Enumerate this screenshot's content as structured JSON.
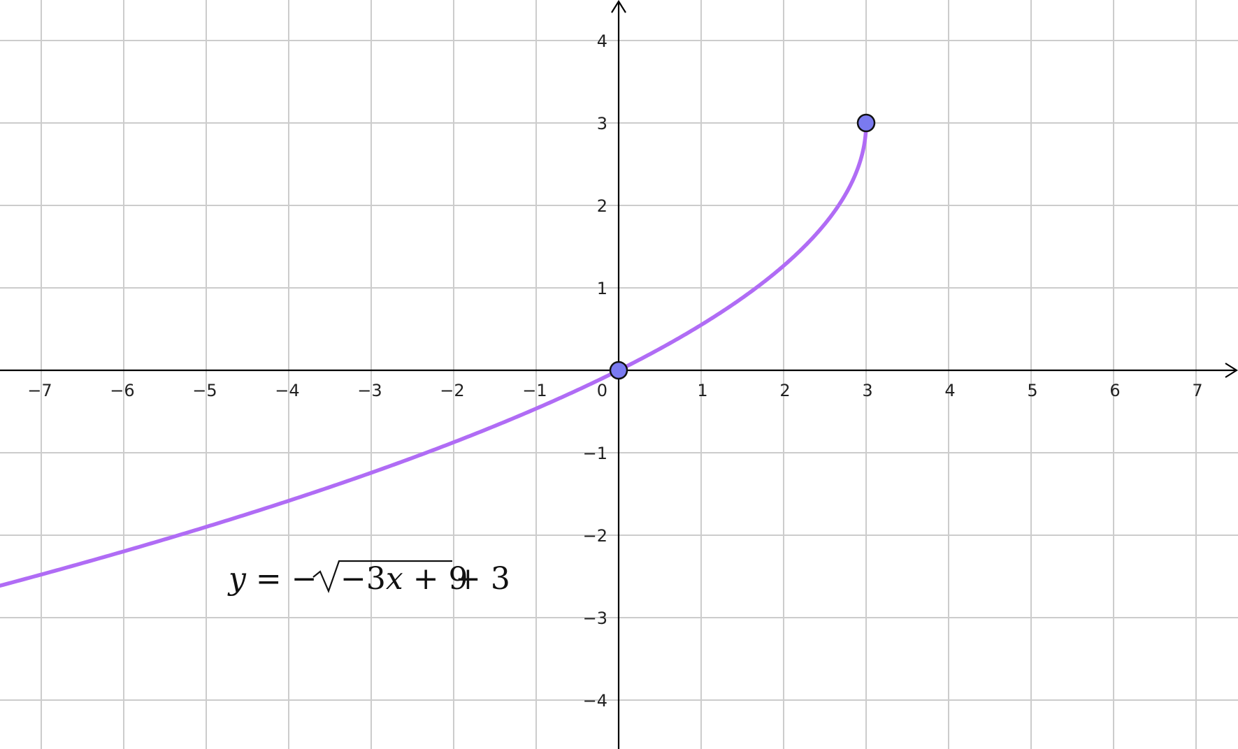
{
  "chart_data": {
    "type": "line",
    "title": "",
    "xlabel": "",
    "ylabel": "",
    "xlim": [
      -7.5,
      7.5
    ],
    "ylim": [
      -4.5,
      4.5
    ],
    "grid": true,
    "x_ticks": [
      -7,
      -6,
      -5,
      -4,
      -3,
      -2,
      -1,
      1,
      2,
      3,
      4,
      5,
      6,
      7
    ],
    "y_ticks": [
      -4,
      -3,
      -2,
      -1,
      1,
      2,
      3,
      4
    ],
    "origin_label": "0",
    "series": [
      {
        "name": "",
        "equation": "y = -sqrt(-3x + 9) + 3",
        "domain": [
          -7.5,
          3
        ],
        "color": "#b06cf5"
      }
    ],
    "points": [
      {
        "x": 0,
        "y": 0
      },
      {
        "x": 3,
        "y": 3
      }
    ],
    "point_color": "#7a7af0",
    "annotation": {
      "parts": [
        "y",
        " = −",
        "−3",
        "x",
        " + 9",
        " + 3"
      ]
    }
  }
}
